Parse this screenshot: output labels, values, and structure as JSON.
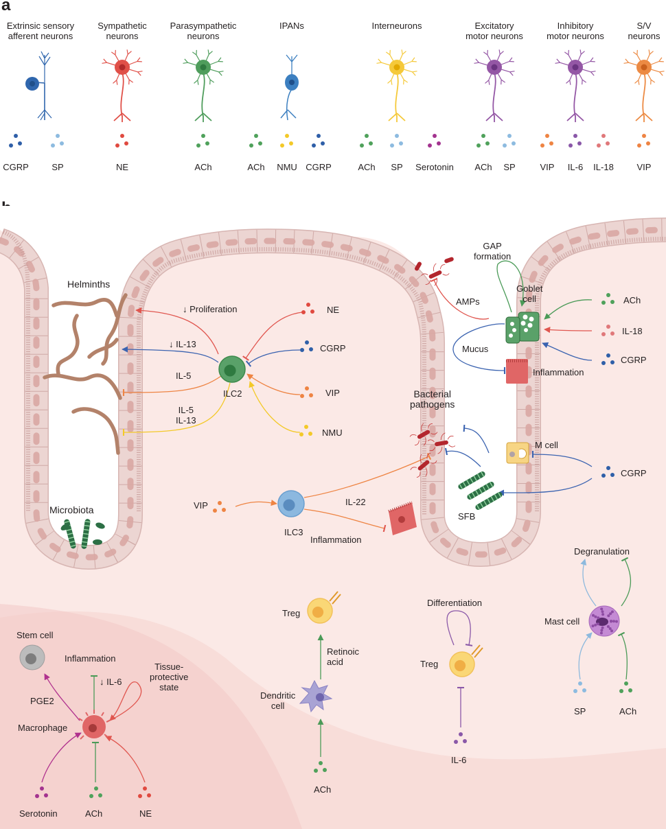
{
  "panel_a": {
    "letter": "a",
    "neurons": [
      {
        "name": "Extrinsic sensory\nafferent neurons",
        "color": "#2f66ad",
        "transmitters": [
          {
            "label": "CGRP",
            "color": "#2f5fa8"
          },
          {
            "label": "SP",
            "color": "#8dbbe0"
          }
        ]
      },
      {
        "name": "Sympathetic\nneurons",
        "color": "#e05048",
        "transmitters": [
          {
            "label": "NE",
            "color": "#e04a40"
          }
        ]
      },
      {
        "name": "Parasympathetic\nneurons",
        "color": "#4f9d5c",
        "transmitters": [
          {
            "label": "ACh",
            "color": "#4fa15b"
          }
        ]
      },
      {
        "name": "IPANs",
        "color": "#3c7fc0",
        "transmitters": [
          {
            "label": "ACh",
            "color": "#4fa15b"
          },
          {
            "label": "NMU",
            "color": "#f3c928"
          },
          {
            "label": "CGRP",
            "color": "#2f5fa8"
          }
        ]
      },
      {
        "name": "Interneurons",
        "color": "#f5c93a",
        "transmitters": [
          {
            "label": "ACh",
            "color": "#4fa15b"
          },
          {
            "label": "SP",
            "color": "#8dbbe0"
          },
          {
            "label": "Serotonin",
            "color": "#a3338f"
          }
        ]
      },
      {
        "name": "Excitatory\nmotor neurons",
        "color": "#9457a5",
        "transmitters": [
          {
            "label": "ACh",
            "color": "#4fa15b"
          },
          {
            "label": "SP",
            "color": "#8dbbe0"
          }
        ]
      },
      {
        "name": "Inhibitory\nmotor neurons",
        "color": "#9457a5",
        "transmitters": [
          {
            "label": "VIP",
            "color": "#ee8443"
          },
          {
            "label": "IL-6",
            "color": "#8a58a8"
          },
          {
            "label": "IL-18",
            "color": "#e0787a"
          }
        ]
      },
      {
        "name": "S/V\nneurons",
        "color": "#ec8a43",
        "transmitters": [
          {
            "label": "VIP",
            "color": "#ee8443"
          }
        ]
      }
    ]
  },
  "panel_b": {
    "letter": "b",
    "labels": {
      "helminths": "Helminths",
      "proliferation": "↓ Proliferation",
      "il13_down": "↓ IL-13",
      "il5": "IL-5",
      "il5_il13": "IL-5\nIL-13",
      "ilc2": "ILC2",
      "ne": "NE",
      "cgrp": "CGRP",
      "vip": "VIP",
      "nmu": "NMU",
      "microbiota": "Microbiota",
      "vip_ilc3": "VIP",
      "ilc3": "ILC3",
      "il22": "IL-22",
      "inflammation_ilc3": "Inflammation",
      "bacterial_pathogens": "Bacterial\npathogens",
      "gap_formation": "GAP\nformation",
      "goblet_cell": "Goblet\ncell",
      "amps": "AMPs",
      "mucus": "Mucus",
      "ach_goblet": "ACh",
      "il18_goblet": "IL-18",
      "cgrp_goblet": "CGRP",
      "inflammation_goblet": "Inflammation",
      "m_cell": "M cell",
      "cgrp_mcell": "CGRP",
      "sfb": "SFB",
      "degranulation": "Degranulation",
      "mast_cell": "Mast cell",
      "sp_mast": "SP",
      "ach_mast": "ACh",
      "differentiation": "Differentiation",
      "treg_diff": "Treg",
      "il6_treg": "IL-6",
      "treg_dc": "Treg",
      "retinoic_acid": "Retinoic\nacid",
      "dendritic_cell": "Dendritic\ncell",
      "ach_dc": "ACh",
      "stem_cell": "Stem cell",
      "inflammation_mac": "Inflammation",
      "il6_down": "↓ IL-6",
      "tissue_protective": "Tissue-\nprotective\nstate",
      "pge2": "PGE2",
      "macrophage": "Macrophage",
      "serotonin_mac": "Serotonin",
      "ach_mac": "ACh",
      "ne_mac": "NE"
    }
  },
  "colors": {
    "ne": "#e04a40",
    "cgrp": "#2f5fa8",
    "vip": "#ee8443",
    "nmu": "#f3c928",
    "ach": "#4fa15b",
    "sp": "#8dbbe0",
    "serotonin": "#a3338f",
    "il6": "#8a58a8",
    "il18": "#e0787a",
    "tissue": "#fbe9e6",
    "epithelium": "#ecd5d2",
    "lumen": "#ffffff"
  }
}
